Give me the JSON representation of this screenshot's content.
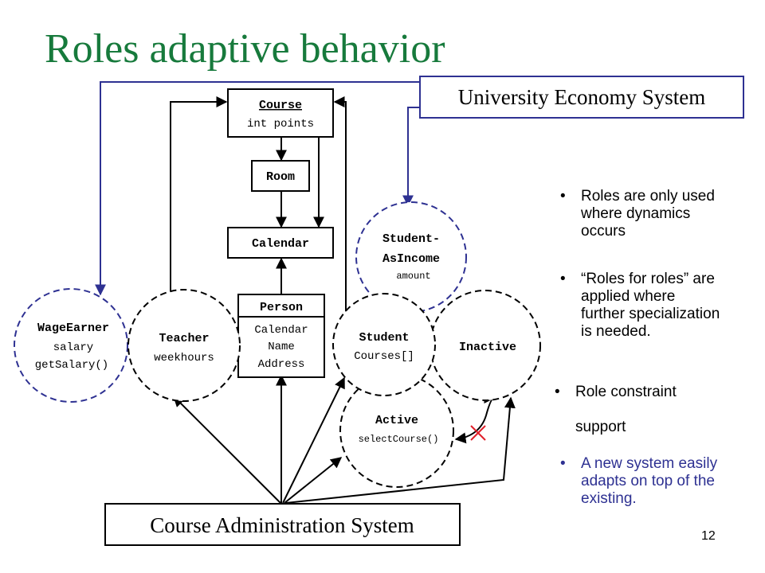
{
  "title": "Roles adaptive behavior",
  "page_number": "12",
  "colors": {
    "title": "#177a3c",
    "link": "#2e3192",
    "red_cross": "#e0202a",
    "blue_text": "#2e3192"
  },
  "diagram": {
    "course": {
      "name": "Course",
      "attr": "int points"
    },
    "room": "Room",
    "calendar": "Calendar",
    "person": {
      "name": "Person",
      "attrs": [
        "Calendar",
        "Name",
        "Address"
      ]
    },
    "student_as_income": {
      "name_line1": "Student-",
      "name_line2": "AsIncome",
      "attr": "amount"
    },
    "wage_earner": {
      "name": "WageEarner",
      "attrs": [
        "salary",
        "getSalary()"
      ]
    },
    "teacher": {
      "name": "Teacher",
      "attr": "weekhours"
    },
    "student": {
      "name": "Student",
      "attr": "Courses[]"
    },
    "inactive": "Inactive",
    "active": {
      "name": "Active",
      "attr": "selectCourse()"
    },
    "university_system": "University Economy System",
    "course_admin_system": "Course Administration System"
  },
  "bullets": [
    {
      "text": "Roles are only used where dynamics occurs",
      "lines": [
        "Roles are only used",
        "where dynamics",
        "occurs"
      ]
    },
    {
      "text": "“Roles for roles” are applied where further specialization is needed.",
      "lines": [
        "“Roles for roles” are",
        "applied where",
        "further specialization",
        "is needed."
      ]
    },
    {
      "text": "Role constraint support",
      "lines": [
        "Role constraint",
        "support"
      ]
    },
    {
      "text": "A new system easily adapts on top of the existing.",
      "lines": [
        "A new system easily",
        "adapts on top of the",
        "existing."
      ]
    }
  ]
}
